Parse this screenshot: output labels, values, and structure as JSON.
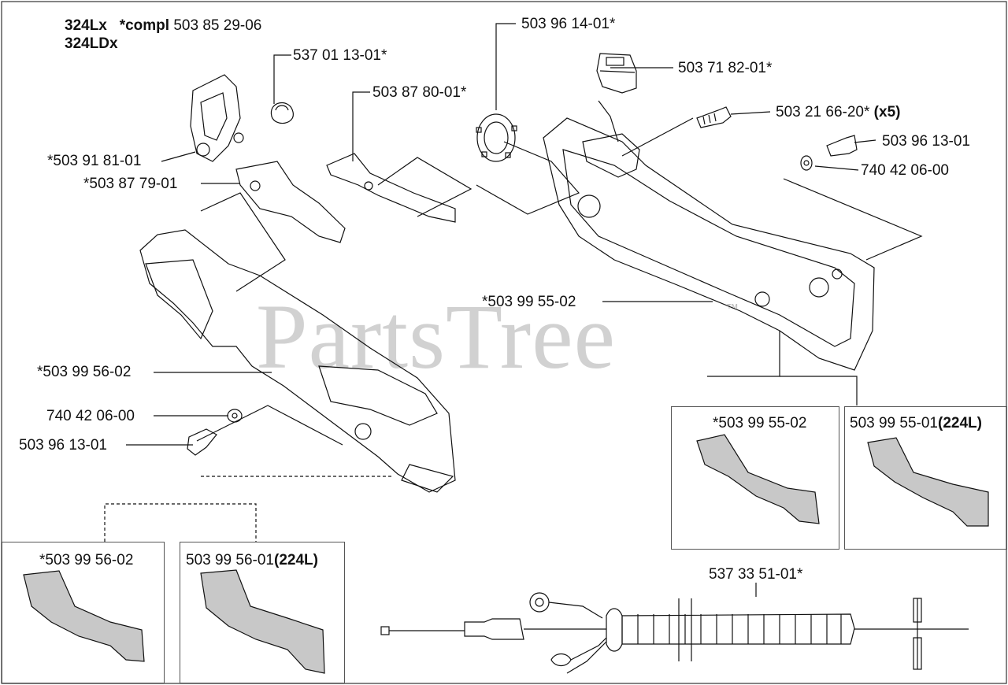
{
  "header": {
    "model_1": "324Lx",
    "compl_prefix": "*compl",
    "compl_number": "503 85 29-06",
    "model_2": "324LDx"
  },
  "watermark": {
    "text": "PartsTree",
    "tm": "™"
  },
  "parts": {
    "p_537011301": "537 01 13-01*",
    "p_503878001": "503 87 80-01*",
    "p_503961401": "503 96 14-01*",
    "p_503718201": "503 71 82-01*",
    "p_503216620": "503 21 66-20*",
    "p_503216620_qty": "(x5)",
    "p_503961301_top": "503 96 13-01",
    "p_740420600_top": "740 42 06-00",
    "p_503918101": "*503 91 81-01",
    "p_503877901": "*503 87 79-01",
    "p_503995502_main": "*503 99 55-02",
    "p_503995602_main": "*503 99 56-02",
    "p_740420600_bot": "740 42 06-00",
    "p_503961301_bot": "503 96 13-01",
    "p_537335101": "537 33 51-01*"
  },
  "inset_boxes": {
    "right_a": "*503 99 55-02",
    "right_b_num": "503 99 55-01",
    "right_b_model": "(224L)",
    "left_a": "*503 99 56-02",
    "left_b_num": "503 99 56-01",
    "left_b_model": "(224L)"
  }
}
